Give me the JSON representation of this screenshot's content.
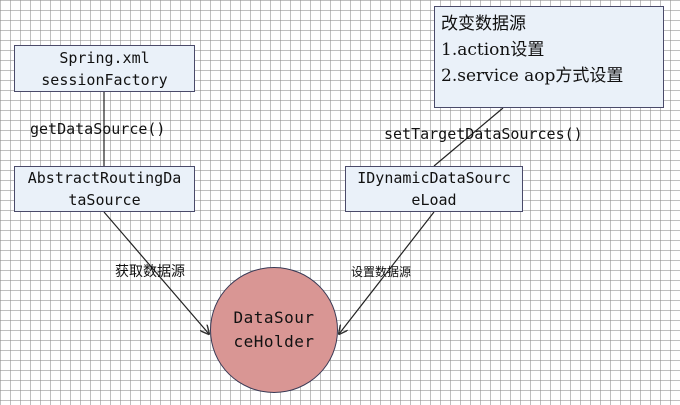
{
  "nodes": {
    "spring": [
      "Spring.xml",
      "sessionFactory"
    ],
    "routing": [
      "AbstractRoutingDa",
      "taSource"
    ],
    "dynamic": [
      "IDynamicDataSourc",
      "eLoad"
    ],
    "holder": [
      "DataSour",
      "ceHolder"
    ]
  },
  "note": {
    "title": "改变数据源",
    "line1": "1.action设置",
    "line2": "2.service aop方式设置"
  },
  "edges": {
    "get_data_source": "getDataSource()",
    "set_target": "setTargetDataSources()",
    "fetch": "获取数据源",
    "set": "设置数据源"
  }
}
